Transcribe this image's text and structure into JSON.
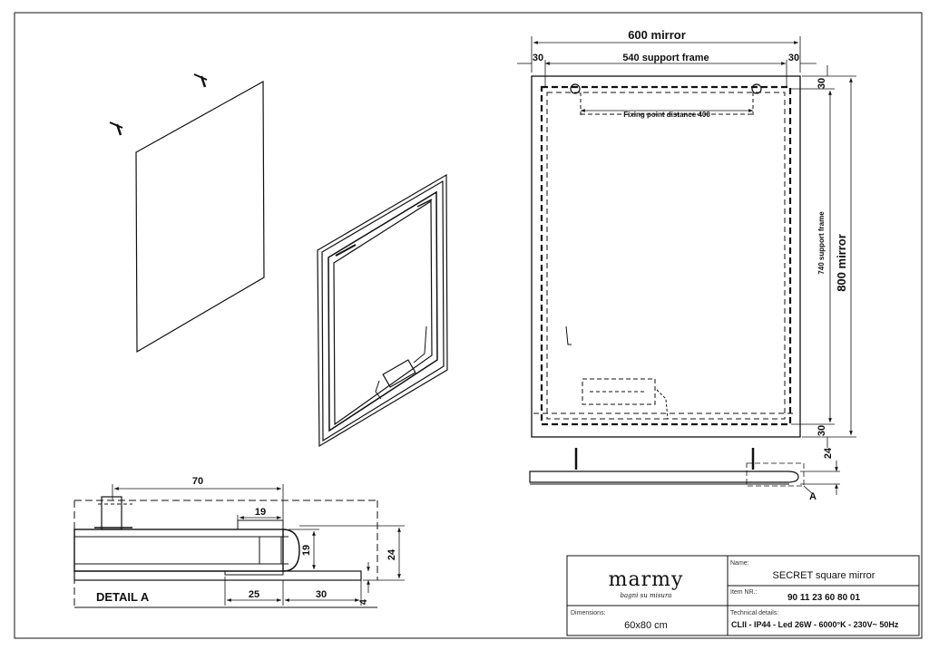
{
  "top_view": {
    "overall_width": "600 mirror",
    "support_frame_width": "540 support frame",
    "left_margin": "30",
    "right_margin": "30",
    "fixing_point": "Fixing point distance 400",
    "overall_height": "800 mirror",
    "support_frame_height": "740 support frame",
    "top_margin": "30",
    "bottom_margin": "30",
    "side_depth": "24",
    "detail_marker": "A"
  },
  "detail": {
    "title": "DETAIL  A",
    "dim_70": "70",
    "dim_19_top": "19",
    "dim_19_side": "19",
    "dim_24": "24",
    "dim_25": "25",
    "dim_30": "30",
    "dim_4": "4"
  },
  "title_block": {
    "brand": "marmy",
    "tagline": "bagni su misura",
    "name_label": "Name:",
    "name_value": "SECRET square mirror",
    "item_label": "Item NR.:",
    "item_value": "90 11 23 60 80 01",
    "dimensions_label": "Dimensions:",
    "dimensions_value": "60x80 cm",
    "technical_label": "Technical details:",
    "technical_value": "CLII - IP44 - Led 26W - 6000°K - 230V~  50Hz"
  }
}
